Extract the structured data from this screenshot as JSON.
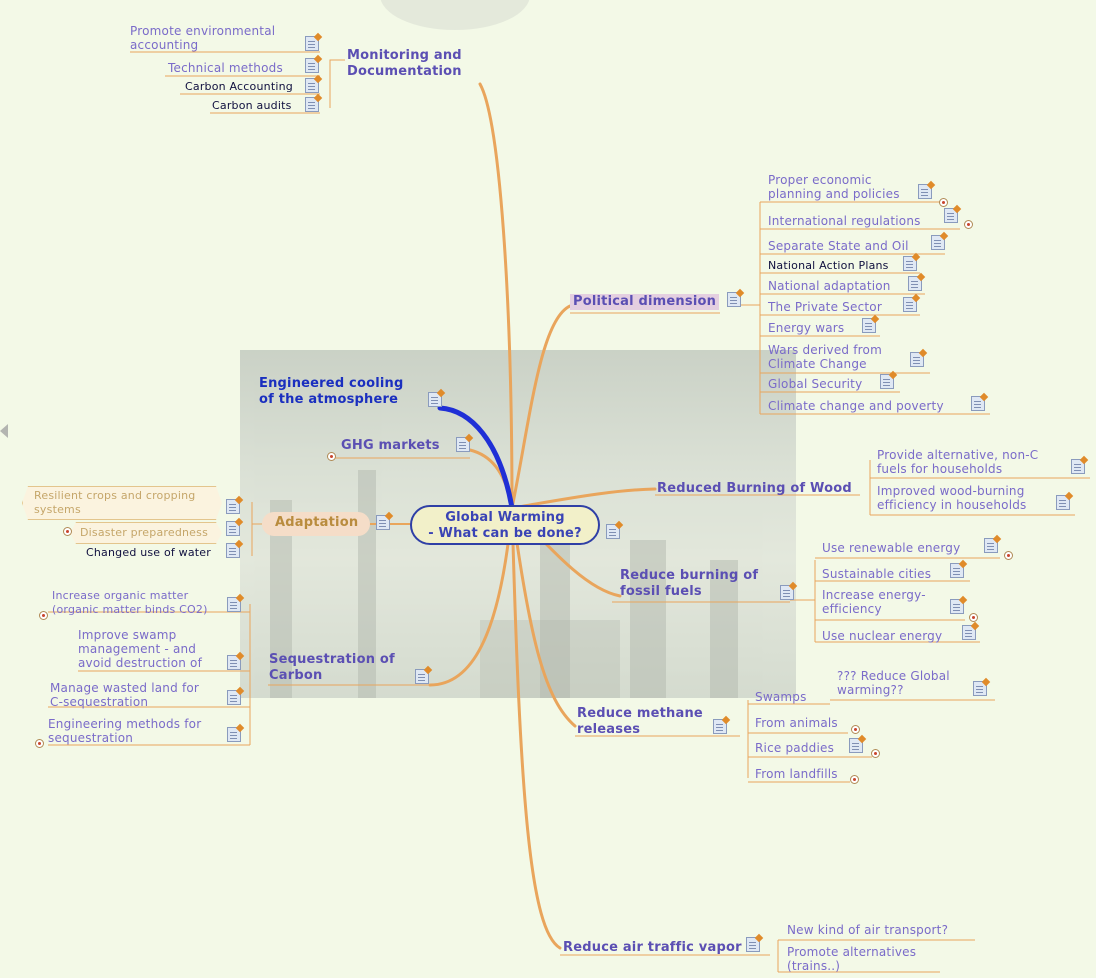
{
  "central": {
    "title": "Global Warming\n- What can be done?"
  },
  "monitoring": {
    "title": "Monitoring and\nDocumentation",
    "items": [
      "Promote environmental\naccounting",
      "Technical methods",
      "Carbon Accounting",
      "Carbon audits"
    ]
  },
  "political": {
    "title": "Political dimension",
    "items": [
      "Proper economic\nplanning and policies",
      "International regulations",
      "Separate State and Oil",
      "National Action Plans",
      "National adaptation",
      "The Private Sector",
      "Energy wars",
      "Wars derived from\nClimate Change",
      "Global Security",
      "Climate change and poverty"
    ]
  },
  "engineered": {
    "title": "Engineered cooling\nof the atmosphere"
  },
  "ghg": {
    "title": "GHG markets"
  },
  "adaptation": {
    "title": "Adaptation",
    "items": [
      "Resilient crops and cropping\nsystems",
      "Disaster preparedness",
      "Changed use of water"
    ]
  },
  "wood": {
    "title": "Reduced Burning of Wood",
    "items": [
      "Provide alternative, non-C\nfuels for households",
      "Improved wood-burning\nefficiency in households"
    ]
  },
  "fossil": {
    "title": "Reduce burning of\nfossil fuels",
    "items": [
      "Use renewable energy",
      "Sustainable cities",
      "Increase energy-\nefficiency",
      "Use nuclear energy"
    ]
  },
  "sequestration": {
    "title": "Sequestration of\nCarbon",
    "items": [
      "Increase organic matter\n(organic matter binds CO2)",
      "Improve swamp\nmanagement - and\navoid destruction of",
      "Manage wasted land for\nC-sequestration",
      "Engineering methods for\nsequestration"
    ]
  },
  "methane": {
    "title": "Reduce methane\nreleases",
    "items": [
      "Swamps",
      "From animals",
      "Rice paddies",
      "From landfills"
    ],
    "sub": "??? Reduce Global\nwarming??"
  },
  "air": {
    "title": "Reduce air traffic vapor",
    "items": [
      "New kind of air transport?",
      "Promote alternatives\n(trains..)"
    ]
  },
  "colors": {
    "branch": "#e9a55c",
    "cool_branch": "#1f2fd6",
    "leaf_text": "#7a6bc9",
    "main_text": "#5b4fb3"
  }
}
